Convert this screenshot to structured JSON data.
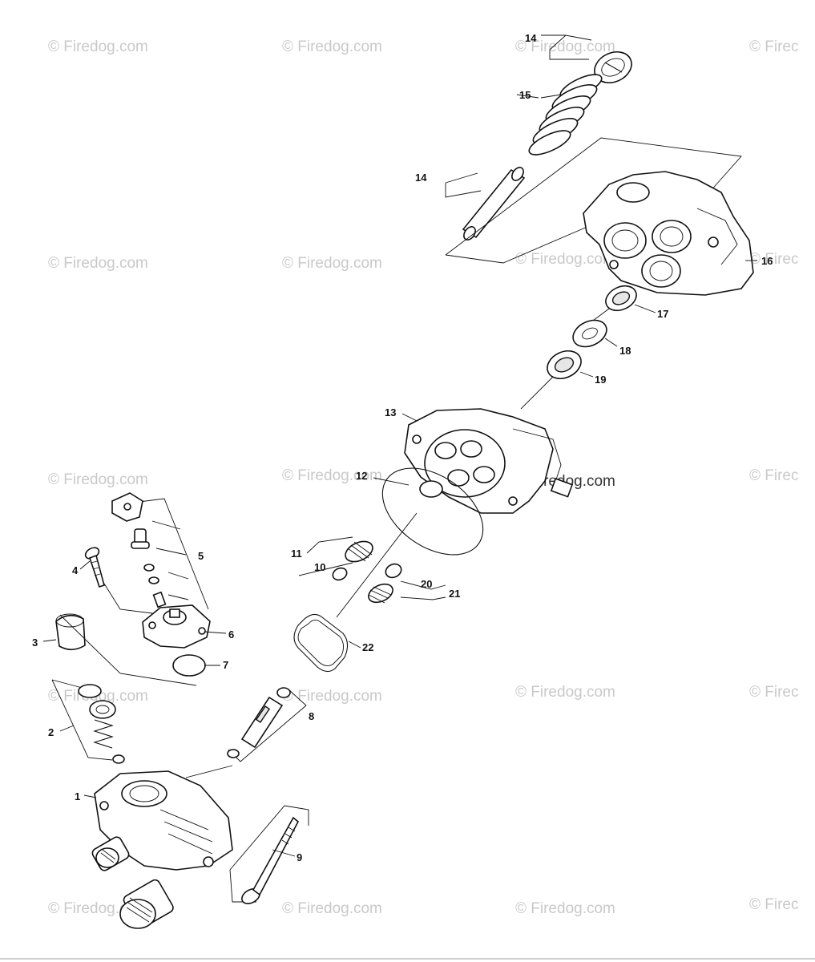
{
  "watermark": {
    "text": "© Firedog.com",
    "partial": "© Firec"
  },
  "callouts": {
    "p1": "1",
    "p2": "2",
    "p3": "3",
    "p4": "4",
    "p5": "5",
    "p6": "6",
    "p7": "7",
    "p8": "8",
    "p9": "9",
    "p10": "10",
    "p11": "11",
    "p12": "12",
    "p13": "13",
    "p14a": "14",
    "p14b": "14",
    "p15": "15",
    "p16": "16",
    "p17": "17",
    "p18": "18",
    "p19": "19",
    "p20": "20",
    "p21": "21",
    "p22": "22"
  }
}
